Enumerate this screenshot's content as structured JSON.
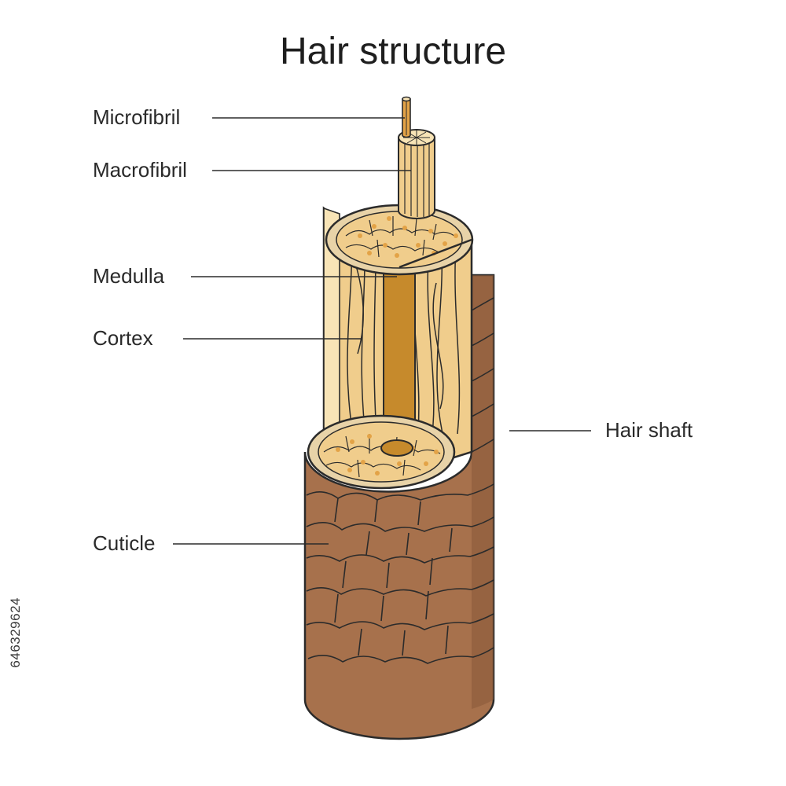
{
  "diagram": {
    "title": "Hair structure",
    "labels": {
      "microfibril": "Microfibril",
      "macrofibril": "Macrofibril",
      "medulla": "Medulla",
      "cortex": "Cortex",
      "hair_shaft": "Hair shaft",
      "cuticle": "Cuticle"
    },
    "stock_id": "646329624"
  },
  "colors": {
    "cuticle": "#a7714c",
    "cuticle_dark": "#8a5a3a",
    "cortex": "#f0cd8c",
    "cortex_light": "#f8e4b6",
    "medulla": "#c68a2c",
    "rim": "#e8d3a8",
    "cell_dots": "#e3a347",
    "outline": "#2b2b2b"
  }
}
